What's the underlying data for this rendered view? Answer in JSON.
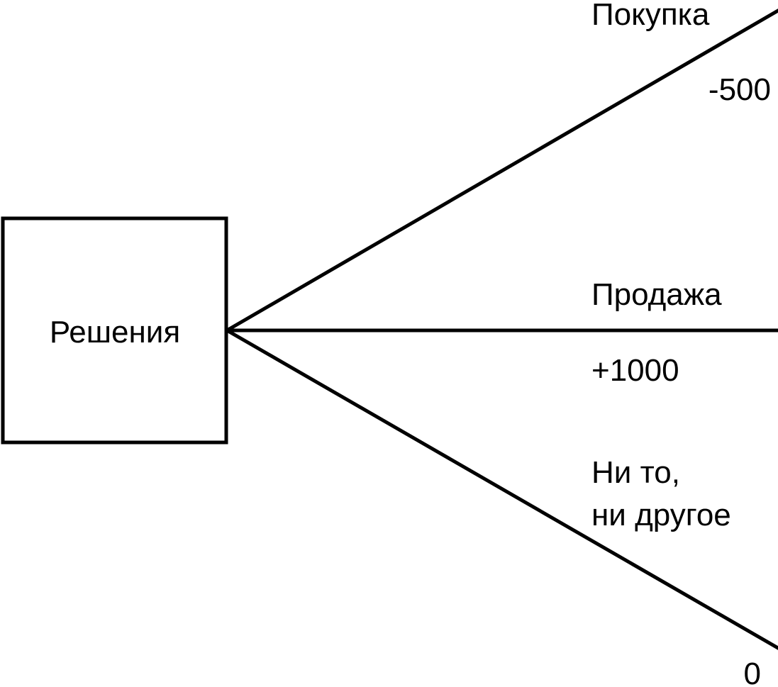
{
  "diagram": {
    "node": {
      "label": "Решения"
    },
    "branches": [
      {
        "name": "Покупка",
        "value": "-500"
      },
      {
        "name": "Продажа",
        "value": "+1000"
      },
      {
        "name_line1": "Ни то,",
        "name_line2": "ни другое",
        "value": "0"
      }
    ],
    "colors": {
      "stroke": "#000000",
      "background": "#ffffff"
    }
  }
}
